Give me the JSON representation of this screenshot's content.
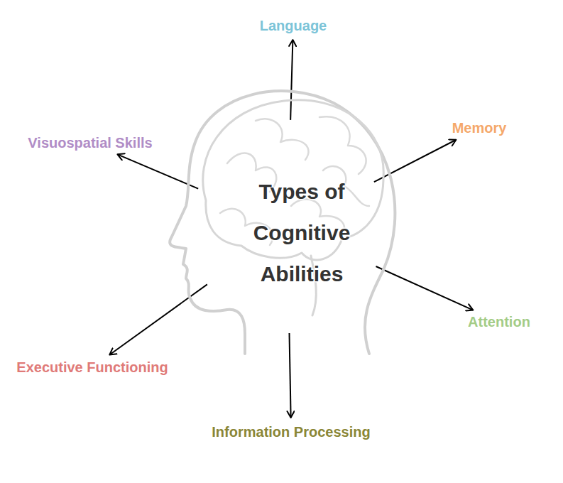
{
  "diagram": {
    "nodes": [
      {
        "text": [
          "Types of Cognitive Abilities"
        ]
      },
      {
        "text": [
          "Language"
        ]
      },
      {
        "text": [
          "Memory"
        ]
      },
      {
        "text": [
          "Attention"
        ]
      },
      {
        "text": [
          "Information Processing"
        ]
      },
      {
        "text": [
          "Executive Functioning"
        ]
      },
      {
        "text": [
          "Visuospatial Skills"
        ]
      }
    ],
    "edges": [
      {
        "from": 0,
        "to": 1,
        "arrow": "to"
      },
      {
        "from": 0,
        "to": 2,
        "arrow": "to"
      },
      {
        "from": 0,
        "to": 3,
        "arrow": "to"
      },
      {
        "from": 0,
        "to": 4,
        "arrow": "to"
      },
      {
        "from": 0,
        "to": 5,
        "arrow": "to"
      },
      {
        "from": 0,
        "to": 6,
        "arrow": "to"
      }
    ]
  }
}
